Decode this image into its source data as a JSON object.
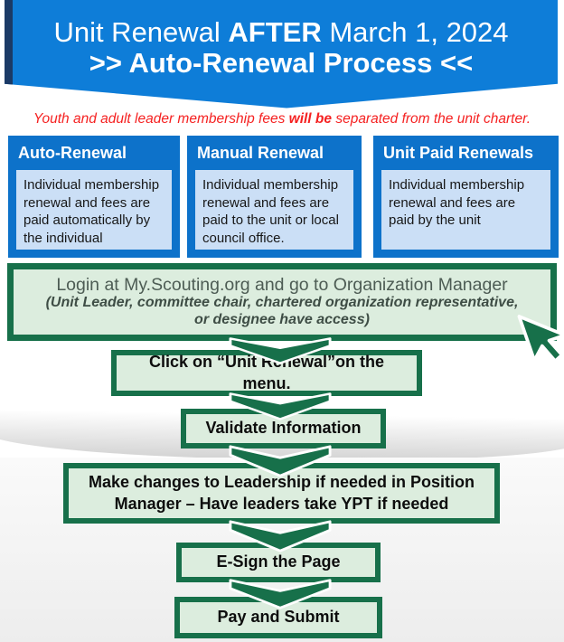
{
  "banner": {
    "title_pre": "Unit Renewal ",
    "title_bold": "AFTER",
    "title_post": " March 1, 2024",
    "subtitle": ">> Auto-Renewal Process <<"
  },
  "notice": {
    "pre": "Youth and adult leader membership fees ",
    "bold": "will be",
    "post": " separated from the unit charter."
  },
  "cards": [
    {
      "header": "Auto-Renewal",
      "body": "Individual membership renewal and fees are paid automatically by the individual"
    },
    {
      "header": "Manual Renewal",
      "body": "Individual membership renewal and fees are paid to the unit or local council office."
    },
    {
      "header": "Unit Paid Renewals",
      "body": "Individual membership renewal and fees are paid by the unit"
    }
  ],
  "steps": [
    {
      "line1": "Login at My.Scouting.org and go to Organization Manager",
      "line2": "(Unit Leader, committee chair, chartered organization representative,",
      "line3": "or designee have access)"
    },
    {
      "label": "Click on “Unit Renewal”on the menu."
    },
    {
      "label": "Validate Information"
    },
    {
      "label": "Make changes to Leadership if needed in Position Manager – Have leaders take YPT if needed"
    },
    {
      "label": "E-Sign the Page"
    },
    {
      "label": "Pay and Submit"
    }
  ],
  "icons": {
    "chevron": "chevron-down-icon",
    "cursor": "cursor-arrow-icon"
  },
  "colors": {
    "banner_blue": "#0e7dd8",
    "banner_edge_navy": "#1b3a66",
    "card_blue": "#0d72ca",
    "card_panel_blue": "#cbdff6",
    "notice_red": "#f52121",
    "step_border_green": "#17704a",
    "step_fill_green": "#dcedde"
  }
}
